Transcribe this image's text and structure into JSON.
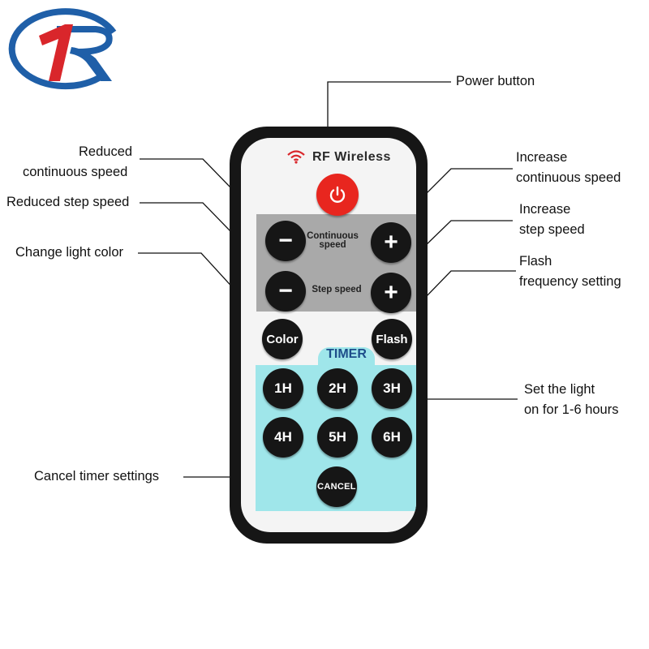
{
  "logo": {
    "text": "1R",
    "colors": {
      "ring": "#1f5fa8",
      "mark": "#d9262b"
    }
  },
  "remote": {
    "brand": "RF Wireless",
    "panel_labels": {
      "continuous": "Continuous speed",
      "step": "Step speed"
    },
    "timer_title": "TIMER",
    "buttons": {
      "minus": "−",
      "plus": "+",
      "color": "Color",
      "flash": "Flash",
      "timer": [
        "1H",
        "2H",
        "3H",
        "4H",
        "5H",
        "6H"
      ],
      "cancel": "CANCEL"
    },
    "colors": {
      "body": "#161616",
      "face": "#f4f4f4",
      "gray_panel": "#a9a9a9",
      "timer_panel": "#9fe6ea",
      "power": "#e8261f"
    }
  },
  "callouts": {
    "power": "Power button",
    "reduced_continuous_1": "Reduced",
    "reduced_continuous_2": "continuous speed",
    "reduced_step": "Reduced step speed",
    "change_color": "Change light color",
    "increase_continuous_1": "Increase",
    "increase_continuous_2": "continuous speed",
    "increase_step_1": "Increase",
    "increase_step_2": "step speed",
    "flash_1": "Flash",
    "flash_2": "frequency setting",
    "timer_1": "Set the light",
    "timer_2": "on for 1-6 hours",
    "cancel": "Cancel timer settings"
  }
}
